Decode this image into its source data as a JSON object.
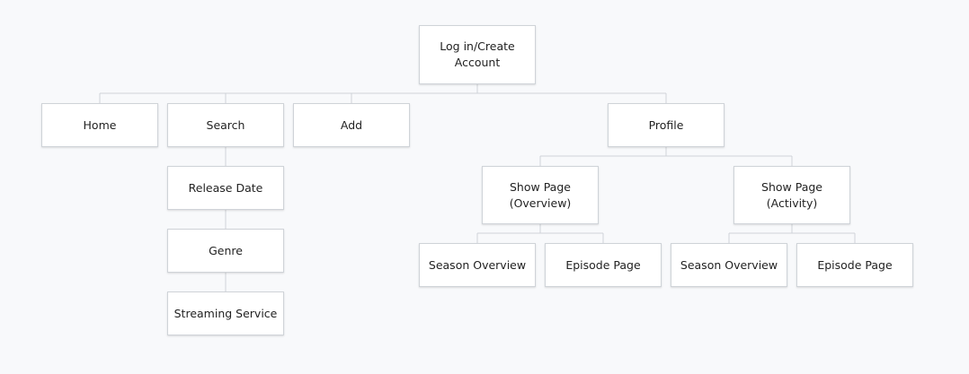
{
  "colors": {
    "background": "#f8f9fb",
    "node_fill": "#ffffff",
    "node_border": "#cfd3d8",
    "connector": "#cfd3d8",
    "text": "#222222"
  },
  "nodes": {
    "login": "Log in/Create\nAccount",
    "home": "Home",
    "search": "Search",
    "add": "Add",
    "profile": "Profile",
    "release_date": "Release Date",
    "genre": "Genre",
    "streaming_service": "Streaming Service",
    "show_overview": "Show Page\n(Overview)",
    "show_activity": "Show Page\n(Activity)",
    "season_overview_1": "Season Overview",
    "episode_page_1": "Episode Page",
    "season_overview_2": "Season Overview",
    "episode_page_2": "Episode Page"
  },
  "edges": [
    [
      "login",
      "home"
    ],
    [
      "login",
      "search"
    ],
    [
      "login",
      "add"
    ],
    [
      "login",
      "profile"
    ],
    [
      "search",
      "release_date"
    ],
    [
      "release_date",
      "genre"
    ],
    [
      "genre",
      "streaming_service"
    ],
    [
      "profile",
      "show_overview"
    ],
    [
      "profile",
      "show_activity"
    ],
    [
      "show_overview",
      "season_overview_1"
    ],
    [
      "show_overview",
      "episode_page_1"
    ],
    [
      "show_activity",
      "season_overview_2"
    ],
    [
      "show_activity",
      "episode_page_2"
    ]
  ]
}
